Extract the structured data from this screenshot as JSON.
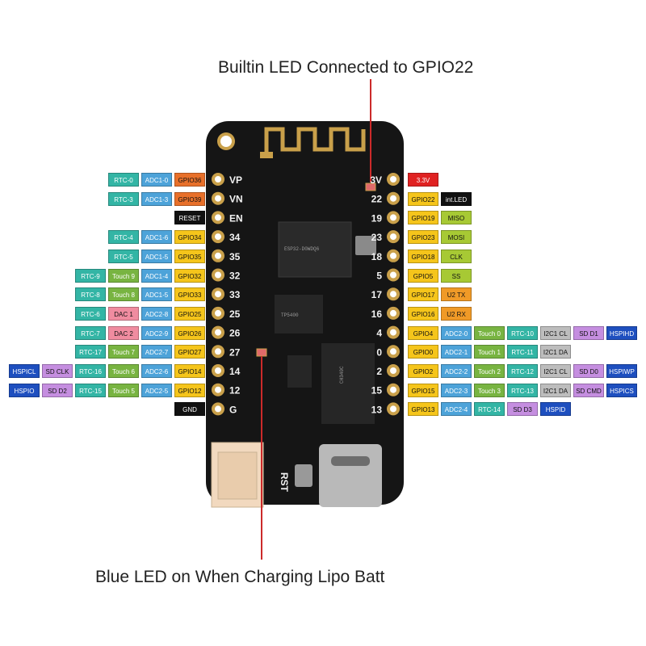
{
  "captions": {
    "top": "Builtin LED Connected to GPIO22",
    "bottom": "Blue LED on When Charging Lipo Batt"
  },
  "board": {
    "left_silk": [
      "VP",
      "VN",
      "EN",
      "34",
      "35",
      "32",
      "33",
      "25",
      "26",
      "27",
      "14",
      "12",
      "G"
    ],
    "right_silk": [
      "3V",
      "22",
      "19",
      "23",
      "18",
      "5",
      "17",
      "16",
      "4",
      "0",
      "2",
      "15",
      "13"
    ],
    "rst_label": "RST",
    "chips": {
      "esp32": "ESP32-D0WDQ6",
      "charger": "TP5400",
      "usb_serial": "CH340C"
    }
  },
  "colors": {
    "rtc": "#33b5a5",
    "adc": "#4da3d9",
    "gpio": "#f5c51b",
    "gpio36": "#e8702a",
    "touch": "#78b441",
    "dac": "#f08ca0",
    "power": "#e02222",
    "black": "#111111",
    "lime": "#a7c934",
    "orange": "#f09a27",
    "i2c": "#bdbdbd",
    "sd": "#c58ee0",
    "hspi": "#1e4fbf"
  },
  "left_rows": [
    [
      [
        "GPIO36",
        "gpio36"
      ],
      [
        "ADC1-0",
        "adc"
      ],
      [
        "RTC-0",
        "rtc"
      ]
    ],
    [
      [
        "GPIO39",
        "gpio36"
      ],
      [
        "ADC1-3",
        "adc"
      ],
      [
        "RTC-3",
        "rtc"
      ]
    ],
    [
      [
        "RESET",
        "black"
      ]
    ],
    [
      [
        "GPIO34",
        "gpio"
      ],
      [
        "ADC1-6",
        "adc"
      ],
      [
        "RTC-4",
        "rtc"
      ]
    ],
    [
      [
        "GPIO35",
        "gpio"
      ],
      [
        "ADC1-5",
        "adc"
      ],
      [
        "RTC-5",
        "rtc"
      ]
    ],
    [
      [
        "GPIO32",
        "gpio"
      ],
      [
        "ADC1-4",
        "adc"
      ],
      [
        "Touch 9",
        "touch"
      ],
      [
        "RTC-9",
        "rtc"
      ]
    ],
    [
      [
        "GPIO33",
        "gpio"
      ],
      [
        "ADC1-5",
        "adc"
      ],
      [
        "Touch 8",
        "touch"
      ],
      [
        "RTC-8",
        "rtc"
      ]
    ],
    [
      [
        "GPIO25",
        "gpio"
      ],
      [
        "ADC2-8",
        "adc"
      ],
      [
        "DAC 1",
        "dac"
      ],
      [
        "RTC-6",
        "rtc"
      ]
    ],
    [
      [
        "GPIO26",
        "gpio"
      ],
      [
        "ADC2-9",
        "adc"
      ],
      [
        "DAC 2",
        "dac"
      ],
      [
        "RTC-7",
        "rtc"
      ]
    ],
    [
      [
        "GPIO27",
        "gpio"
      ],
      [
        "ADC2-7",
        "adc"
      ],
      [
        "Touch 7",
        "touch"
      ],
      [
        "RTC-17",
        "rtc"
      ]
    ],
    [
      [
        "GPIO14",
        "gpio"
      ],
      [
        "ADC2-6",
        "adc"
      ],
      [
        "Touch 6",
        "touch"
      ],
      [
        "RTC-16",
        "rtc"
      ],
      [
        "SD CLK",
        "sd"
      ],
      [
        "HSPICL",
        "hspi"
      ]
    ],
    [
      [
        "GPIO12",
        "gpio"
      ],
      [
        "ADC2-5",
        "adc"
      ],
      [
        "Touch 5",
        "touch"
      ],
      [
        "RTC-15",
        "rtc"
      ],
      [
        "SD D2",
        "sd"
      ],
      [
        "HSPIO",
        "hspi"
      ]
    ],
    [
      [
        "GND",
        "black"
      ]
    ]
  ],
  "right_rows": [
    [
      [
        "3.3V",
        "power"
      ]
    ],
    [
      [
        "GPIO22",
        "gpio"
      ],
      [
        "int.LED",
        "black"
      ]
    ],
    [
      [
        "GPIO19",
        "gpio"
      ],
      [
        "MISO",
        "lime"
      ]
    ],
    [
      [
        "GPIO23",
        "gpio"
      ],
      [
        "MOSI",
        "lime"
      ]
    ],
    [
      [
        "GPIO18",
        "gpio"
      ],
      [
        "CLK",
        "lime"
      ]
    ],
    [
      [
        "GPIO5",
        "gpio"
      ],
      [
        "SS",
        "lime"
      ]
    ],
    [
      [
        "GPIO17",
        "gpio"
      ],
      [
        "U2 TX",
        "orange"
      ]
    ],
    [
      [
        "GPIO16",
        "gpio"
      ],
      [
        "U2 RX",
        "orange"
      ]
    ],
    [
      [
        "GPIO4",
        "gpio"
      ],
      [
        "ADC2-0",
        "adc"
      ],
      [
        "Touch 0",
        "touch"
      ],
      [
        "RTC-10",
        "rtc"
      ],
      [
        "I2C1 CL",
        "i2c"
      ],
      [
        "SD D1",
        "sd"
      ],
      [
        "HSPIHD",
        "hspi"
      ]
    ],
    [
      [
        "GPIO0",
        "gpio"
      ],
      [
        "ADC2-1",
        "adc"
      ],
      [
        "Touch 1",
        "touch"
      ],
      [
        "RTC-11",
        "rtc"
      ],
      [
        "I2C1 DA",
        "i2c"
      ]
    ],
    [
      [
        "GPIO2",
        "gpio"
      ],
      [
        "ADC2-2",
        "adc"
      ],
      [
        "Touch 2",
        "touch"
      ],
      [
        "RTC-12",
        "rtc"
      ],
      [
        "I2C1 CL",
        "i2c"
      ],
      [
        "SD D0",
        "sd"
      ],
      [
        "HSPIWP",
        "hspi"
      ]
    ],
    [
      [
        "GPIO15",
        "gpio"
      ],
      [
        "ADC2-3",
        "adc"
      ],
      [
        "Touch 3",
        "touch"
      ],
      [
        "RTC-13",
        "rtc"
      ],
      [
        "I2C1 DA",
        "i2c"
      ],
      [
        "SD CMD",
        "sd"
      ],
      [
        "HSPICS",
        "hspi"
      ]
    ],
    [
      [
        "GPIO13",
        "gpio"
      ],
      [
        "ADC2-4",
        "adc"
      ],
      [
        "RTC-14",
        "rtc"
      ],
      [
        "SD D3",
        "sd"
      ],
      [
        "HSPID",
        "hspi"
      ]
    ]
  ]
}
